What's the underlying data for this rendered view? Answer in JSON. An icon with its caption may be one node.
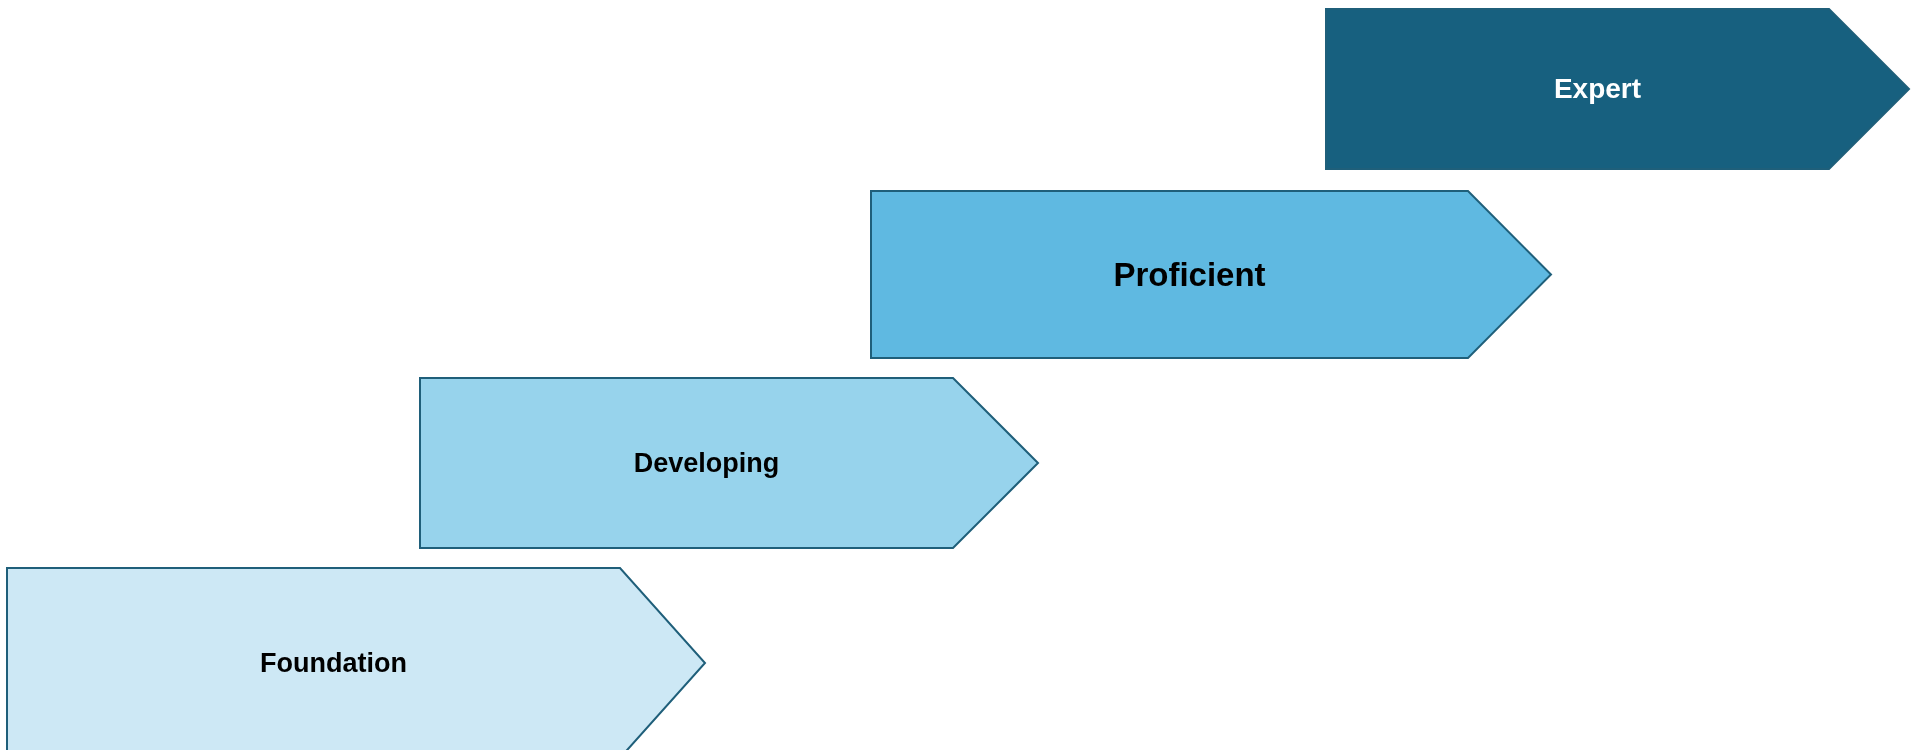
{
  "diagram": {
    "nodes": [
      {
        "text": [
          "Foundation"
        ]
      },
      {
        "text": [
          "Developing"
        ]
      },
      {
        "text": [
          "Proficient"
        ]
      },
      {
        "text": [
          "Expert"
        ]
      }
    ]
  }
}
